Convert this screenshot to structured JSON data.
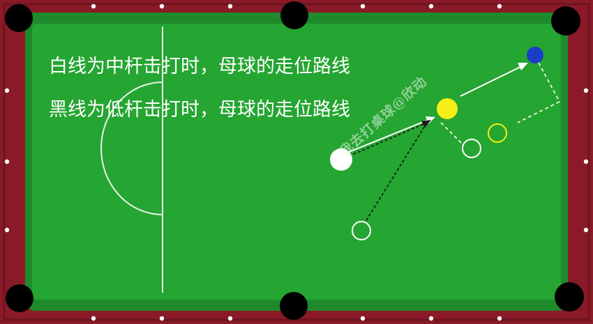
{
  "captions": {
    "line1": "白线为中杆击打时，母球的走位路线",
    "line2": "黑线为低杆击打时，母球的走位路线"
  },
  "watermark": "我去打桌球@欣动",
  "colors": {
    "rail": "#8a1a27",
    "cushion": "#1f8a2c",
    "felt": "#25a531",
    "pocket": "#000000",
    "diamond": "#ffffff",
    "cue_ball": "#ffffff",
    "yellow_ball": "#f5ee17",
    "blue_ball": "#1a3ec8",
    "white_path": "#ffffff",
    "black_path": "#1a1a1a"
  },
  "balls": [
    "cue-ball",
    "yellow-ball",
    "blue-ball"
  ],
  "ghost_positions": [
    "ghost-ball-white-line-end",
    "ghost-ball-black-line-end",
    "ghost-ball-yellow-outline"
  ]
}
